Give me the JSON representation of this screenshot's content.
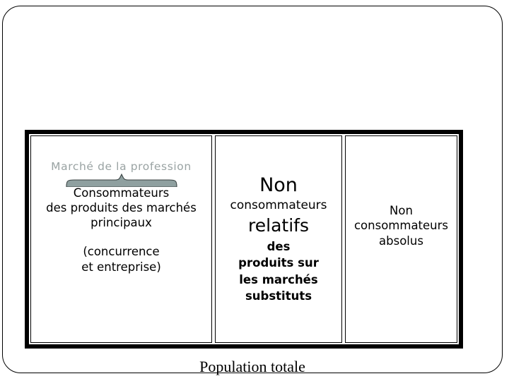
{
  "diagram": {
    "caption": "Population totale",
    "columns": [
      {
        "id": "marche-profession",
        "annotation": "Marché de la profession",
        "brace": "curly-brace-up",
        "main_lines": [
          "Consommateurs",
          "des produits des marchés",
          "principaux"
        ],
        "sub_lines": [
          "(concurrence",
          "et entreprise)"
        ]
      },
      {
        "id": "non-consommateurs-relatifs",
        "line_non": "Non",
        "line_consommateurs": "consommateurs",
        "line_relatifs": "relatifs",
        "tail_lines": [
          "des",
          "produits sur",
          "les marchés",
          "substituts"
        ]
      },
      {
        "id": "non-consommateurs-absolus",
        "lines": [
          "Non",
          "consommateurs",
          "absolus"
        ]
      }
    ]
  },
  "colors": {
    "frame": "#000000",
    "annotation_text": "#9aa3a3",
    "brace_fill": "#8fa0a0",
    "brace_stroke": "#000000",
    "body_text": "#000000",
    "background": "#ffffff"
  }
}
